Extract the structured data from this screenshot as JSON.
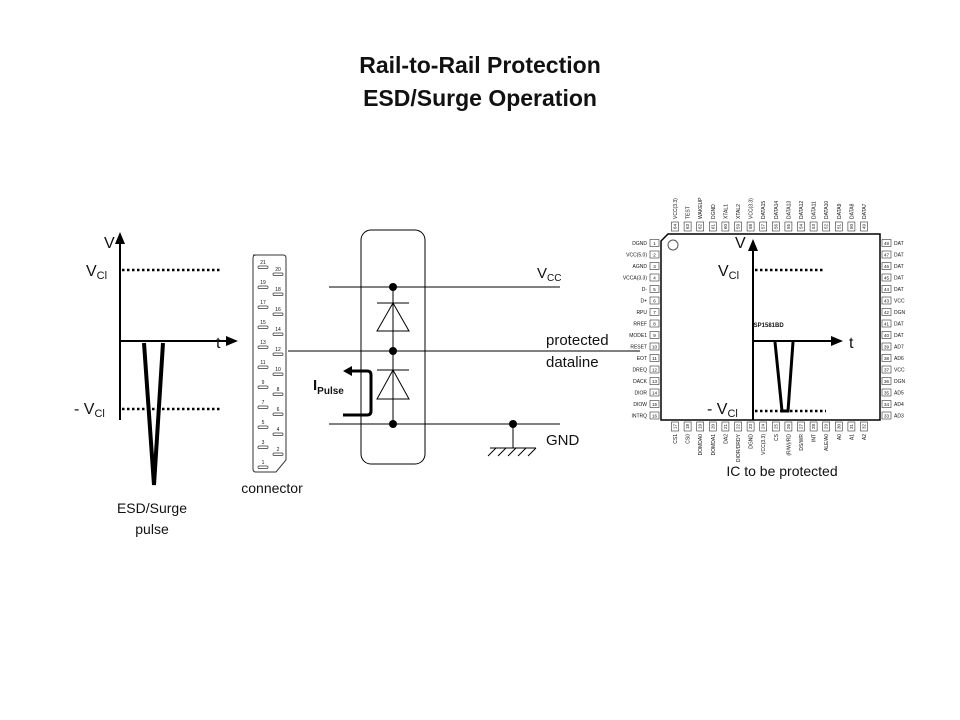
{
  "title": {
    "line1": "Rail-to-Rail Protection",
    "line2": "ESD/Surge Operation"
  },
  "left_waveform": {
    "v_axis": "V",
    "t_axis": "t",
    "vcl": "V",
    "vcl_sub": "Cl",
    "neg_vcl": "- V",
    "neg_vcl_sub": "Cl",
    "caption_line1": "ESD/Surge",
    "caption_line2": "pulse"
  },
  "connector": {
    "label": "connector",
    "pins_left": [
      "21",
      "19",
      "17",
      "15",
      "13",
      "11",
      "9",
      "7",
      "5",
      "3",
      "1"
    ],
    "pins_right": [
      "20",
      "18",
      "16",
      "14",
      "12",
      "10",
      "8",
      "6",
      "4",
      "2"
    ]
  },
  "circuit": {
    "vcc": "V",
    "vcc_sub": "CC",
    "dataline_line1": "protected",
    "dataline_line2": "dataline",
    "ipulse": "I",
    "ipulse_sub": "Pulse",
    "gnd": "GND"
  },
  "ic": {
    "caption": "IC to be protected",
    "part": "ISP1581BD",
    "left_pins": [
      [
        "1",
        "DGND"
      ],
      [
        "2",
        "VCC(5.0)"
      ],
      [
        "3",
        "AGND"
      ],
      [
        "4",
        "VCCA(3.3)"
      ],
      [
        "5",
        "D-"
      ],
      [
        "6",
        "D+"
      ],
      [
        "7",
        "RPU"
      ],
      [
        "8",
        "RREF"
      ],
      [
        "9",
        "MODE1"
      ],
      [
        "10",
        "RESET"
      ],
      [
        "11",
        "EOT"
      ],
      [
        "12",
        "DREQ"
      ],
      [
        "13",
        "DACK"
      ],
      [
        "14",
        "DIOR"
      ],
      [
        "15",
        "DIOW"
      ],
      [
        "16",
        "INTRQ"
      ]
    ],
    "right_pins": [
      [
        "48",
        "DAT"
      ],
      [
        "47",
        "DAT"
      ],
      [
        "46",
        "DAT"
      ],
      [
        "45",
        "DAT"
      ],
      [
        "44",
        "DAT"
      ],
      [
        "43",
        "VCC"
      ],
      [
        "42",
        "DGN"
      ],
      [
        "41",
        "DAT"
      ],
      [
        "40",
        "DAT"
      ],
      [
        "39",
        "AD7"
      ],
      [
        "38",
        "AD6"
      ],
      [
        "37",
        "VCC"
      ],
      [
        "36",
        "DGN"
      ],
      [
        "35",
        "AD5"
      ],
      [
        "34",
        "AD4"
      ],
      [
        "33",
        "AD3"
      ]
    ],
    "top_pins": [
      [
        "64",
        "VCC(3.3)"
      ],
      [
        "63",
        "TEST"
      ],
      [
        "62",
        "WAKEUP"
      ],
      [
        "61",
        "DGND"
      ],
      [
        "60",
        "XTAL1"
      ],
      [
        "59",
        "XTAL2"
      ],
      [
        "58",
        "VCC(3.3)"
      ],
      [
        "57",
        "DATA15"
      ],
      [
        "56",
        "DATA14"
      ],
      [
        "55",
        "DATA13"
      ],
      [
        "54",
        "DATA12"
      ],
      [
        "53",
        "DATA11"
      ],
      [
        "52",
        "DATA10"
      ],
      [
        "51",
        "DATA9"
      ],
      [
        "50",
        "DATA8"
      ],
      [
        "49",
        "DATA7"
      ]
    ],
    "bottom_pins": [
      [
        "17",
        "CS1"
      ],
      [
        "18",
        "CS0"
      ],
      [
        "19",
        "DOMDA0"
      ],
      [
        "20",
        "DOMDA1"
      ],
      [
        "21",
        "DA2"
      ],
      [
        "22",
        "DIOR/DRDY"
      ],
      [
        "23",
        "DGND"
      ],
      [
        "24",
        "VCC(3.3)"
      ],
      [
        "25",
        "CS"
      ],
      [
        "26",
        "(R/W)/RD"
      ],
      [
        "27",
        "DS/WR"
      ],
      [
        "28",
        "INT"
      ],
      [
        "29",
        "ALE/A0"
      ],
      [
        "30",
        "A0"
      ],
      [
        "31",
        "A1"
      ],
      [
        "32",
        "A2"
      ]
    ],
    "waveform": {
      "v_axis": "V",
      "t_axis": "t",
      "vcl": "V",
      "vcl_sub": "Cl",
      "neg_vcl": "- V",
      "neg_vcl_sub": "Cl"
    }
  }
}
